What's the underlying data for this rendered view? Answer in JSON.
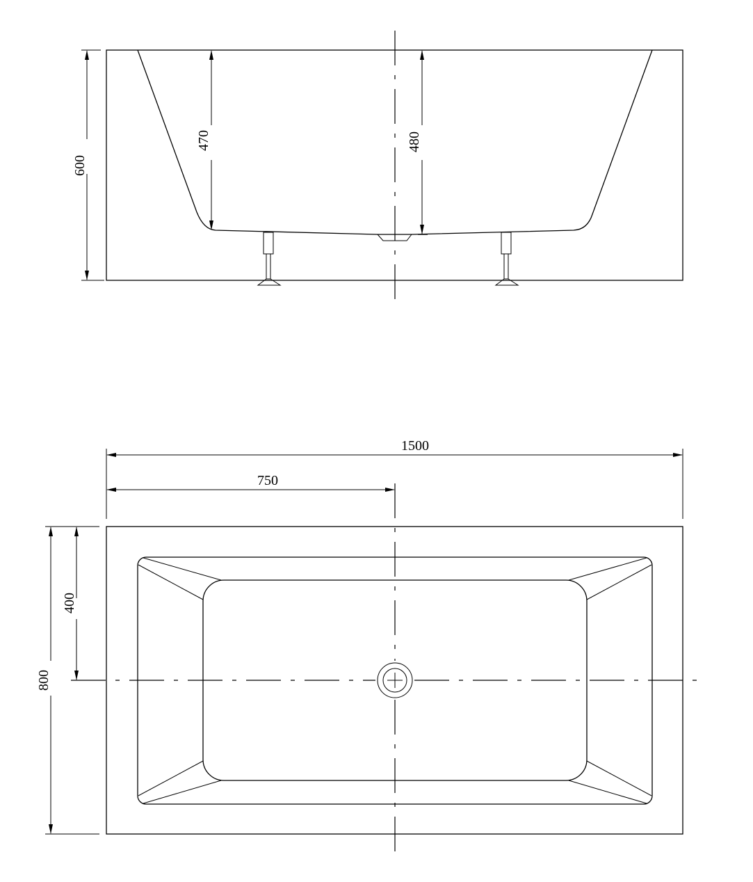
{
  "drawing": {
    "title": "Freestanding rectangular bathtub technical drawing",
    "views": {
      "side_view": {
        "dimensions": {
          "overall_height": "600",
          "inner_depth_left": "470",
          "inner_depth_center": "480"
        }
      },
      "top_view": {
        "dimensions": {
          "overall_length": "1500",
          "half_length": "750",
          "overall_width": "800",
          "half_width": "400"
        }
      }
    },
    "line_color": "#000000",
    "background": "#ffffff"
  }
}
